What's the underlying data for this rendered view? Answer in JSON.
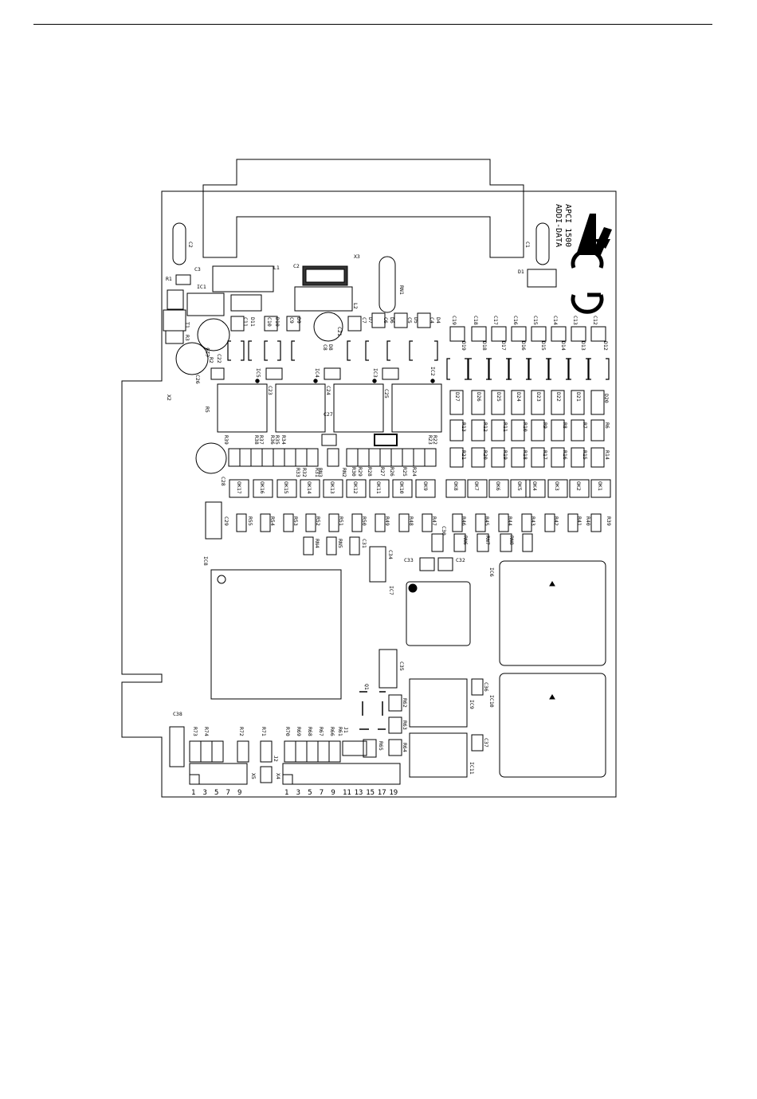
{
  "board": {
    "brand_lines": [
      "ADDI-DATA",
      "APCI 1500"
    ],
    "ce_mark": "CE",
    "logo_icon": "addi-data-logo-icon",
    "connector_x4_pins": [
      "1",
      "3",
      "5",
      "7",
      "9",
      "11",
      "13",
      "15",
      "17",
      "19"
    ],
    "connector_x5_pins": [
      "1",
      "3",
      "5",
      "7",
      "9"
    ]
  },
  "labels": {
    "C1": "C1",
    "C2": "C2",
    "C3": "C3",
    "L1": "L1",
    "C2b": "C2",
    "X3": "X3",
    "L2": "L2",
    "RN1": "RN1",
    "R1": "R1",
    "IC1": "IC1",
    "R3": "R3",
    "T1": "T1",
    "R2": "R2",
    "C22": "C22",
    "C20": "C20",
    "C26": "C26",
    "C11": "C11",
    "D11": "D11",
    "C10": "C10",
    "D10": "D10",
    "C9": "C9",
    "D9": "D9",
    "C8": "C8",
    "D8": "D8",
    "C21": "C21",
    "C7": "C7",
    "D7": "D7",
    "C6": "C6",
    "D6": "D6",
    "C5": "C5",
    "D5": "D5",
    "C4": "C4",
    "D4": "D4",
    "D1": "D1",
    "C19": "C19",
    "C18": "C18",
    "C17": "C17",
    "C16": "C16",
    "C15": "C15",
    "C14": "C14",
    "C13": "C13",
    "C12": "C12",
    "D19": "D19",
    "D18": "D18",
    "D17": "D17",
    "D16": "D16",
    "D15": "D15",
    "D14": "D14",
    "D13": "D13",
    "D12": "D12",
    "IC5": "IC5",
    "IC4": "IC4",
    "IC3": "IC3",
    "IC2": "IC2",
    "C23": "C23",
    "C24": "C24",
    "C25": "C25",
    "C27": "C27",
    "C22b": "C22",
    "X2": "X2",
    "R5": "R5",
    "D27": "D27",
    "D26": "D26",
    "D25": "D25",
    "D24": "D24",
    "D23": "D23",
    "D22": "D22",
    "D21": "D21",
    "D20": "D20",
    "R13": "R13",
    "R12": "R12",
    "R11": "R11",
    "R10": "R10",
    "R9": "R9",
    "R8": "R8",
    "R7": "R7",
    "R6": "R6",
    "R21": "R21",
    "R20": "R20",
    "R19": "R19",
    "R18": "R18",
    "R17": "R17",
    "R16": "R16",
    "R15": "R15",
    "R14": "R14",
    "R22": "R22",
    "R23": "R23",
    "R24": "R24",
    "R25": "R25",
    "R26": "R26",
    "R27": "R27",
    "R28": "R28",
    "R29": "R29",
    "R30": "R30",
    "R31": "R31",
    "R32": "R32",
    "R33": "R33",
    "R34": "R34",
    "R35": "R35",
    "R36": "R36",
    "R37": "R37",
    "R38": "R38",
    "R39": "R39",
    "RN3": "RN3",
    "RN2": "RN2",
    "C28": "C28",
    "OK17": "OK17",
    "OK16": "OK16",
    "OK15": "OK15",
    "OK14": "OK14",
    "OK13": "OK13",
    "OK12": "OK12",
    "OK11": "OK11",
    "OK10": "OK10",
    "OK9": "OK9",
    "OK8": "OK8",
    "OK7": "OK7",
    "OK6": "OK6",
    "OK5": "OK5",
    "OK4": "OK4",
    "OK3": "OK3",
    "OK2": "OK2",
    "OK1": "OK1",
    "C29": "C29",
    "R55": "R55",
    "R54": "R54",
    "R53": "R53",
    "R52": "R52",
    "R51": "R51",
    "R50": "R50",
    "R49": "R49",
    "R48": "R48",
    "R47": "R47",
    "C30": "C30",
    "R46": "R46",
    "R45": "R45",
    "R44": "R44",
    "R43": "R43",
    "R42": "R42",
    "R41": "R41",
    "R40": "R40",
    "R39b": "R39",
    "RN4": "RN4",
    "RN5": "RN5",
    "RN6": "RN6",
    "RN7": "RN7",
    "RN8": "RN8",
    "C31": "C31",
    "C34": "C34",
    "C33": "C33",
    "C32": "C32",
    "IC8": "IC8",
    "IC7": "IC7",
    "IC6": "IC6",
    "C35": "C35",
    "Q1": "Q1",
    "R62": "R62",
    "R63": "R63",
    "R64": "R64",
    "R65": "R65",
    "J1": "J1",
    "IC9": "IC9",
    "C36": "C36",
    "IC10": "IC10",
    "IC11": "IC11",
    "C37": "C37",
    "C38": "C38",
    "R73": "R73",
    "R74": "R74",
    "R72": "R72",
    "R71": "R71",
    "R70": "R70",
    "R69": "R69",
    "R68": "R68",
    "R67": "R67",
    "R66": "R66",
    "R61": "R61",
    "X5": "X5",
    "X4": "X4",
    "J2": "J2"
  }
}
